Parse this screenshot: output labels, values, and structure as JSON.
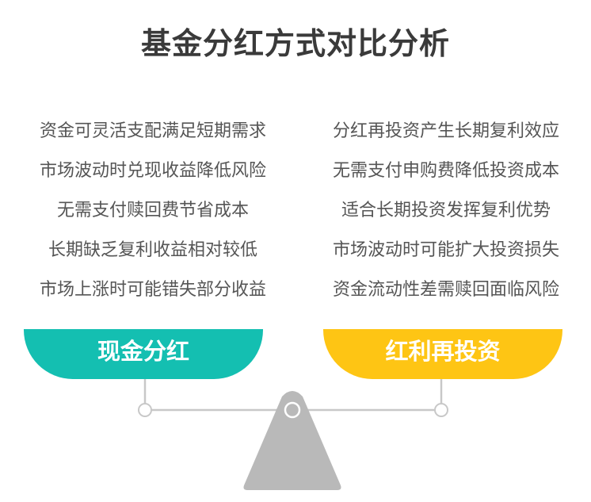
{
  "title": "基金分红方式对比分析",
  "left": {
    "label": "现金分红",
    "color": "#14bfb1",
    "items": [
      "资金可灵活支配满足短期需求",
      "市场波动时兑现收益降低风险",
      "无需支付赎回费节省成本",
      "长期缺乏复利收益相对较低",
      "市场上涨时可能错失部分收益"
    ]
  },
  "right": {
    "label": "红利再投资",
    "color": "#fec514",
    "items": [
      "分红再投资产生长期复利效应",
      "无需支付申购费降低投资成本",
      "适合长期投资发挥复利优势",
      "市场波动时可能扩大投资损失",
      "资金流动性差需赎回面临风险"
    ]
  },
  "scale_icon": "balance-scale-icon"
}
